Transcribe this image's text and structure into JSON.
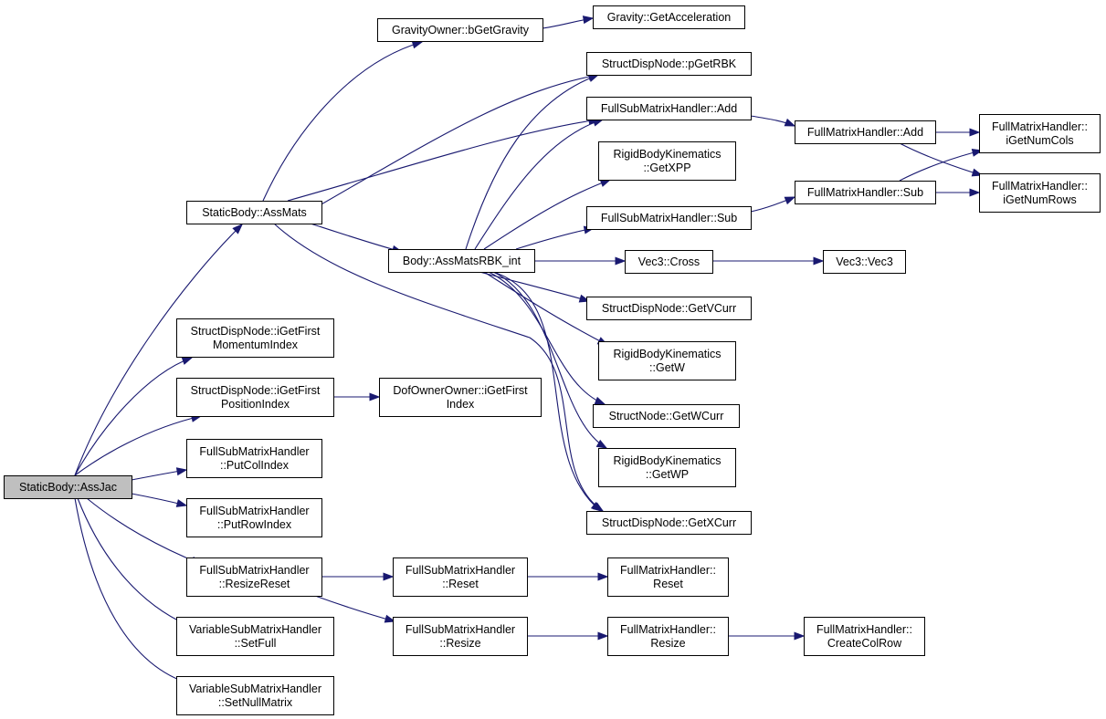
{
  "graph": {
    "root": "n0",
    "colors": {
      "edge": "#191970",
      "node_border": "#000000",
      "node_fill": "#ffffff",
      "root_fill": "#bfbfbf"
    },
    "nodes": [
      {
        "id": "n0",
        "lines": [
          "StaticBody::AssJac"
        ]
      },
      {
        "id": "n1",
        "lines": [
          "StaticBody::AssMats"
        ]
      },
      {
        "id": "n2",
        "lines": [
          "StructDispNode::iGetFirst",
          "MomentumIndex"
        ]
      },
      {
        "id": "n3",
        "lines": [
          "StructDispNode::iGetFirst",
          "PositionIndex"
        ]
      },
      {
        "id": "n4",
        "lines": [
          "FullSubMatrixHandler",
          "::PutColIndex"
        ]
      },
      {
        "id": "n5",
        "lines": [
          "FullSubMatrixHandler",
          "::PutRowIndex"
        ]
      },
      {
        "id": "n6",
        "lines": [
          "FullSubMatrixHandler",
          "::ResizeReset"
        ]
      },
      {
        "id": "n7",
        "lines": [
          "VariableSubMatrixHandler",
          "::SetFull"
        ]
      },
      {
        "id": "n8",
        "lines": [
          "VariableSubMatrixHandler",
          "::SetNullMatrix"
        ]
      },
      {
        "id": "n9",
        "lines": [
          "GravityOwner::bGetGravity"
        ]
      },
      {
        "id": "n10",
        "lines": [
          "Gravity::GetAcceleration"
        ]
      },
      {
        "id": "n11",
        "lines": [
          "StructDispNode::pGetRBK"
        ]
      },
      {
        "id": "n12",
        "lines": [
          "FullSubMatrixHandler::Add"
        ]
      },
      {
        "id": "n13",
        "lines": [
          "FullMatrixHandler::Add"
        ]
      },
      {
        "id": "n14",
        "lines": [
          "FullMatrixHandler::",
          "iGetNumCols"
        ]
      },
      {
        "id": "n15",
        "lines": [
          "FullMatrixHandler::",
          "iGetNumRows"
        ]
      },
      {
        "id": "n16",
        "lines": [
          "RigidBodyKinematics",
          "::GetXPP"
        ]
      },
      {
        "id": "n17",
        "lines": [
          "FullSubMatrixHandler::Sub"
        ]
      },
      {
        "id": "n18",
        "lines": [
          "FullMatrixHandler::Sub"
        ]
      },
      {
        "id": "n19",
        "lines": [
          "Body::AssMatsRBK_int"
        ]
      },
      {
        "id": "n20",
        "lines": [
          "Vec3::Cross"
        ]
      },
      {
        "id": "n21",
        "lines": [
          "Vec3::Vec3"
        ]
      },
      {
        "id": "n22",
        "lines": [
          "StructDispNode::GetVCurr"
        ]
      },
      {
        "id": "n23",
        "lines": [
          "RigidBodyKinematics",
          "::GetW"
        ]
      },
      {
        "id": "n24",
        "lines": [
          "StructNode::GetWCurr"
        ]
      },
      {
        "id": "n25",
        "lines": [
          "RigidBodyKinematics",
          "::GetWP"
        ]
      },
      {
        "id": "n26",
        "lines": [
          "StructDispNode::GetXCurr"
        ]
      },
      {
        "id": "n27",
        "lines": [
          "DofOwnerOwner::iGetFirst",
          "Index"
        ]
      },
      {
        "id": "n28",
        "lines": [
          "FullSubMatrixHandler",
          "::Reset"
        ]
      },
      {
        "id": "n29",
        "lines": [
          "FullSubMatrixHandler",
          "::Resize"
        ]
      },
      {
        "id": "n30",
        "lines": [
          "FullMatrixHandler::",
          "Reset"
        ]
      },
      {
        "id": "n31",
        "lines": [
          "FullMatrixHandler::",
          "Resize"
        ]
      },
      {
        "id": "n32",
        "lines": [
          "FullMatrixHandler::",
          "CreateColRow"
        ]
      }
    ],
    "edges": [
      [
        "n0",
        "n1"
      ],
      [
        "n0",
        "n2"
      ],
      [
        "n0",
        "n3"
      ],
      [
        "n0",
        "n4"
      ],
      [
        "n0",
        "n5"
      ],
      [
        "n0",
        "n6"
      ],
      [
        "n0",
        "n7"
      ],
      [
        "n0",
        "n8"
      ],
      [
        "n1",
        "n9"
      ],
      [
        "n1",
        "n11"
      ],
      [
        "n1",
        "n12"
      ],
      [
        "n1",
        "n19"
      ],
      [
        "n1",
        "n26"
      ],
      [
        "n9",
        "n10"
      ],
      [
        "n12",
        "n13"
      ],
      [
        "n13",
        "n14"
      ],
      [
        "n13",
        "n15"
      ],
      [
        "n17",
        "n18"
      ],
      [
        "n18",
        "n14"
      ],
      [
        "n18",
        "n15"
      ],
      [
        "n19",
        "n11"
      ],
      [
        "n19",
        "n12"
      ],
      [
        "n19",
        "n16"
      ],
      [
        "n19",
        "n17"
      ],
      [
        "n19",
        "n20"
      ],
      [
        "n19",
        "n22"
      ],
      [
        "n19",
        "n23"
      ],
      [
        "n19",
        "n24"
      ],
      [
        "n19",
        "n25"
      ],
      [
        "n19",
        "n26"
      ],
      [
        "n20",
        "n21"
      ],
      [
        "n3",
        "n27"
      ],
      [
        "n6",
        "n28"
      ],
      [
        "n6",
        "n29"
      ],
      [
        "n28",
        "n30"
      ],
      [
        "n29",
        "n31"
      ],
      [
        "n31",
        "n32"
      ]
    ]
  }
}
